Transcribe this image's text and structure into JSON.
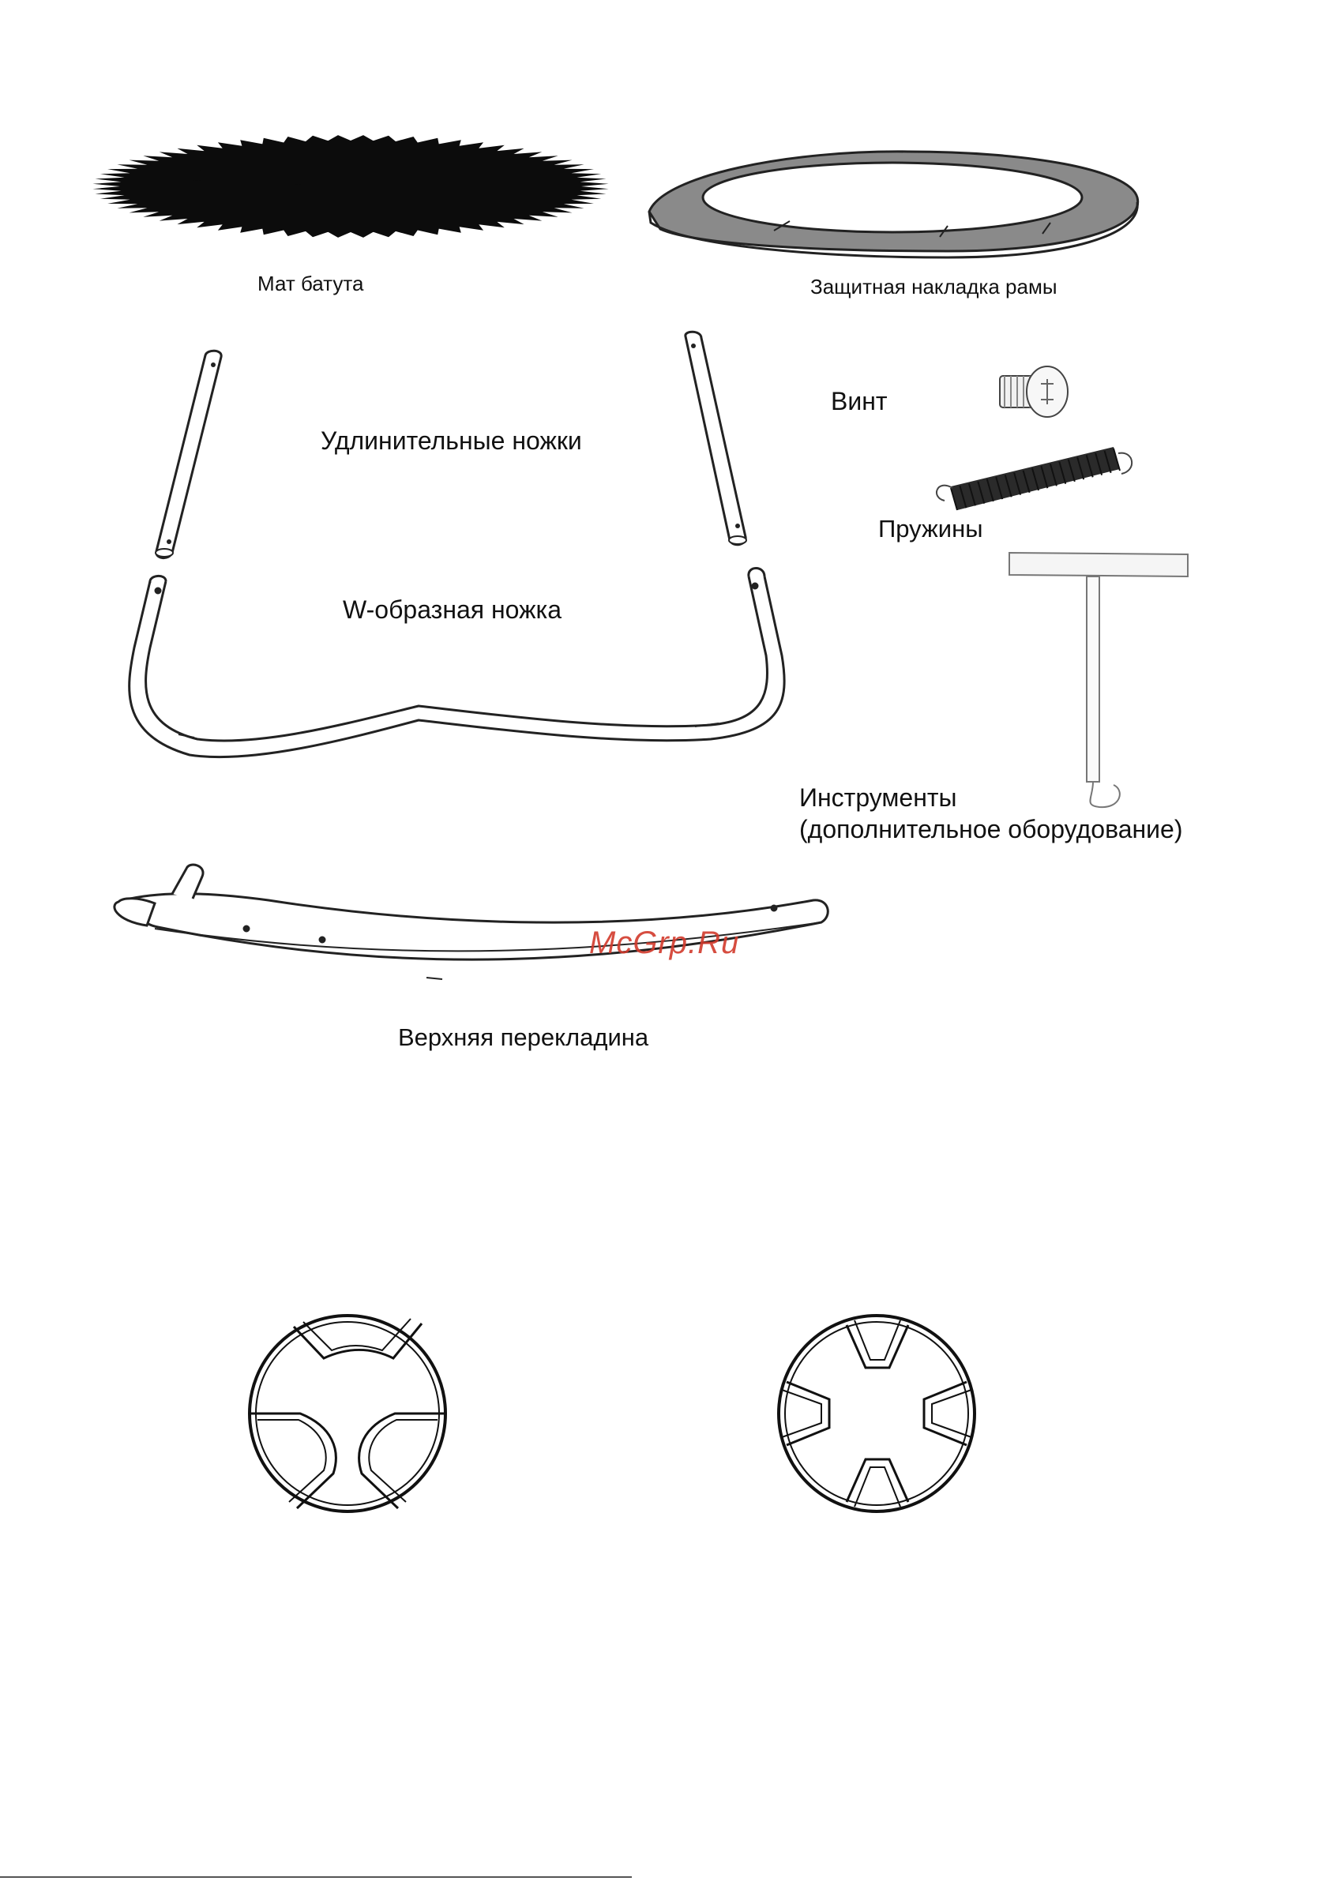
{
  "labels": {
    "mat": "Мат батута",
    "frame_pad": "Защитная накладка рамы",
    "extension_legs": "Удлинительные ножки",
    "screw": "Винт",
    "springs": "Пружины",
    "w_leg": "W-образная ножка",
    "tools_line1": "Инструменты",
    "tools_line2": "(дополнительное оборудование)",
    "top_rail": "Верхняя перекладина"
  },
  "watermark": "McGrp.Ru",
  "colors": {
    "ink": "#111111",
    "watermark": "#d23a2c",
    "pad_fill": "#8a8a8a"
  }
}
